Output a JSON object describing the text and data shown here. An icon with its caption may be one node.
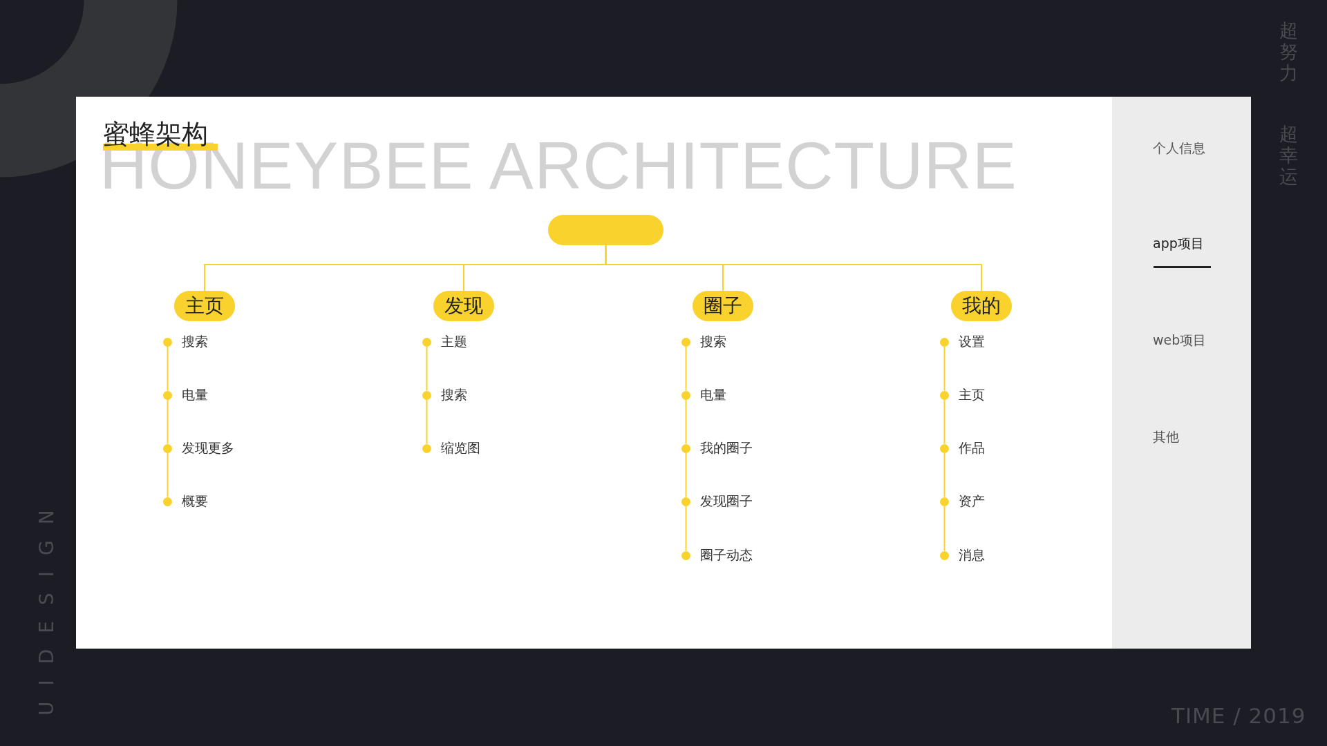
{
  "diagram": {
    "title": "蜜蜂架构",
    "nodes": [
      {
        "text": [],
        "shape": "box"
      },
      {
        "text": [
          "主页"
        ]
      },
      {
        "text": [
          "发现"
        ]
      },
      {
        "text": [
          "圈子"
        ]
      },
      {
        "text": [
          "我的"
        ]
      },
      {
        "text": [
          "搜索"
        ]
      },
      {
        "text": [
          "电量"
        ]
      },
      {
        "text": [
          "发现更多"
        ]
      },
      {
        "text": [
          "概要"
        ]
      },
      {
        "text": [
          "主题"
        ]
      },
      {
        "text": [
          "搜索"
        ]
      },
      {
        "text": [
          "缩览图"
        ]
      },
      {
        "text": [
          "搜索"
        ]
      },
      {
        "text": [
          "电量"
        ]
      },
      {
        "text": [
          "我的圈子"
        ]
      },
      {
        "text": [
          "发现圈子"
        ]
      },
      {
        "text": [
          "圈子动态"
        ]
      },
      {
        "text": [
          "设置"
        ]
      },
      {
        "text": [
          "主页"
        ]
      },
      {
        "text": [
          "作品"
        ]
      },
      {
        "text": [
          "资产"
        ]
      },
      {
        "text": [
          "消息"
        ]
      }
    ],
    "edges": [
      {
        "from": 0,
        "to": 1,
        "arrow": "none"
      },
      {
        "from": 0,
        "to": 2,
        "arrow": "none"
      },
      {
        "from": 0,
        "to": 3,
        "arrow": "none"
      },
      {
        "from": 0,
        "to": 4,
        "arrow": "none"
      },
      {
        "from": 5,
        "to": 6,
        "arrow": "none"
      },
      {
        "from": 6,
        "to": 7,
        "arrow": "none"
      },
      {
        "from": 7,
        "to": 8,
        "arrow": "none"
      },
      {
        "from": 9,
        "to": 10,
        "arrow": "none"
      },
      {
        "from": 10,
        "to": 11,
        "arrow": "none"
      },
      {
        "from": 12,
        "to": 13,
        "arrow": "none"
      },
      {
        "from": 13,
        "to": 14,
        "arrow": "none"
      },
      {
        "from": 14,
        "to": 15,
        "arrow": "none"
      },
      {
        "from": 15,
        "to": 16,
        "arrow": "none"
      },
      {
        "from": 17,
        "to": 18,
        "arrow": "none"
      },
      {
        "from": 18,
        "to": 19,
        "arrow": "none"
      },
      {
        "from": 19,
        "to": 20,
        "arrow": "none"
      },
      {
        "from": 20,
        "to": 21,
        "arrow": "none"
      }
    ],
    "labels": [
      "超努力",
      "超幸运",
      "HONEYBEE ARCHITECTURE",
      "个人信息",
      "app项目",
      "web项目",
      "其他",
      "UIDESIGN",
      "TIME / 2019"
    ]
  }
}
